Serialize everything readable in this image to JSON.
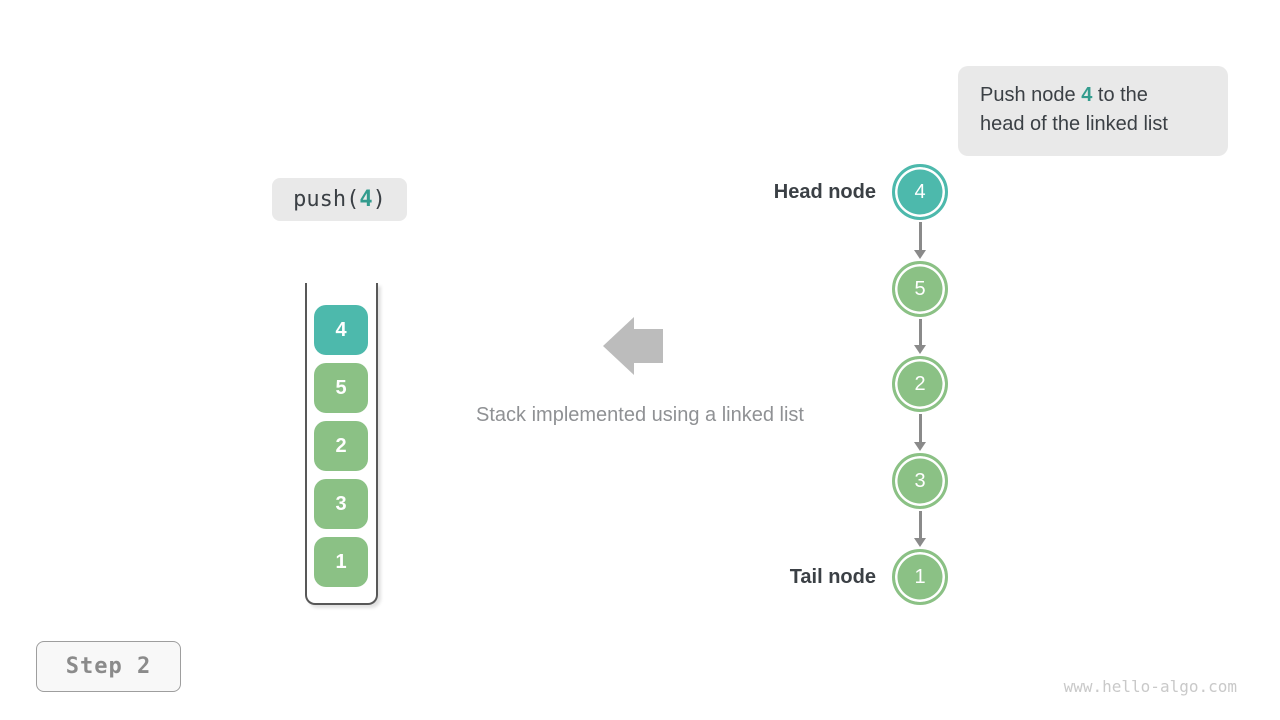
{
  "colors": {
    "teal": "#4db9ac",
    "teal_text": "#339c8e",
    "green": "#8bc185",
    "dark_text": "#3b4045",
    "muted_text": "#8f9194",
    "arrow_big": "#bcbcbc",
    "arrow_connector": "#8a8a8a",
    "box_bg": "#e9e9e9",
    "step_text": "#8b8b8b",
    "watermark_text": "#c9c9c9"
  },
  "note": {
    "text_before": "Push node ",
    "highlight": "4",
    "text_after": " to the\nhead of the linked list"
  },
  "code_label": {
    "text_before": "push(",
    "highlight": "4",
    "text_after": ")"
  },
  "stack": {
    "items": [
      "4",
      "5",
      "2",
      "3",
      "1"
    ],
    "top_item_index": 0
  },
  "caption": "Stack implemented using a linked list",
  "linked_list": {
    "head_label": "Head node",
    "tail_label": "Tail node",
    "nodes": [
      {
        "value": "4",
        "highlight": true
      },
      {
        "value": "5",
        "highlight": false
      },
      {
        "value": "2",
        "highlight": false
      },
      {
        "value": "3",
        "highlight": false
      },
      {
        "value": "1",
        "highlight": false
      }
    ]
  },
  "step_label": "Step 2",
  "watermark": "www.hello-algo.com"
}
